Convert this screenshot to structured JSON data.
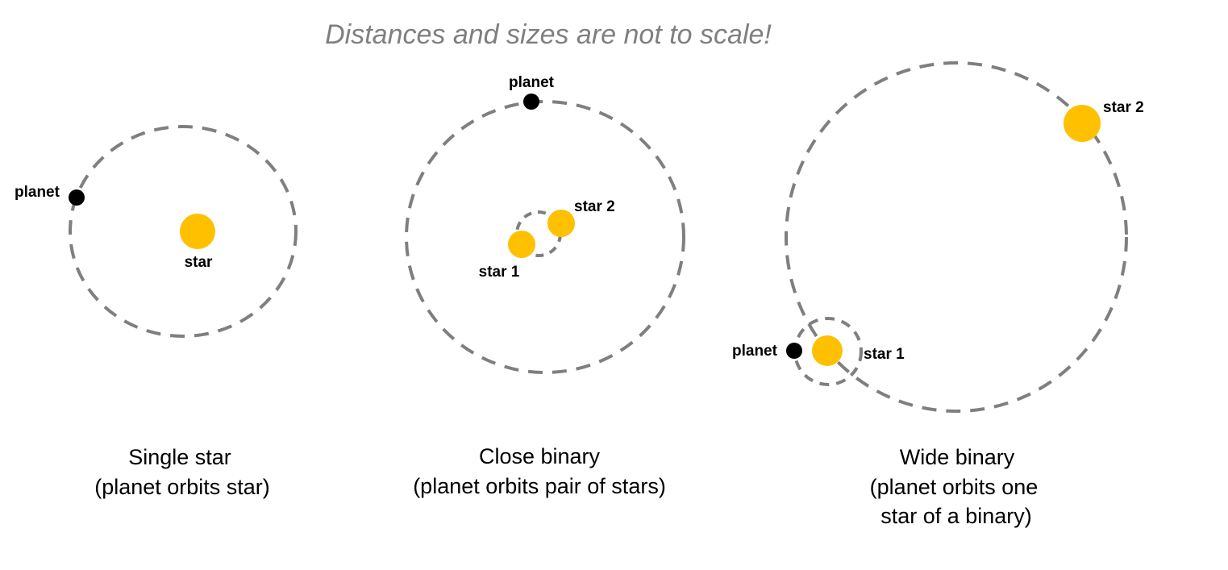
{
  "note": "Distances and sizes are not to scale!",
  "colors": {
    "orbit": "#7f7f7f",
    "star": "#ffc000",
    "planet": "#000000",
    "note": "#7f7f7f"
  },
  "panels": [
    {
      "labels": {
        "planet": "planet",
        "star": "star"
      },
      "caption": [
        "Single star",
        "(planet orbits star)"
      ]
    },
    {
      "labels": {
        "planet": "planet",
        "star1": "star 1",
        "star2": "star 2"
      },
      "caption": [
        "Close binary",
        "(planet orbits pair of stars)"
      ]
    },
    {
      "labels": {
        "planet": "planet",
        "star1": "star 1",
        "star2": "star 2"
      },
      "caption": [
        "Wide binary",
        "(planet orbits one",
        "star of a binary)"
      ]
    }
  ]
}
